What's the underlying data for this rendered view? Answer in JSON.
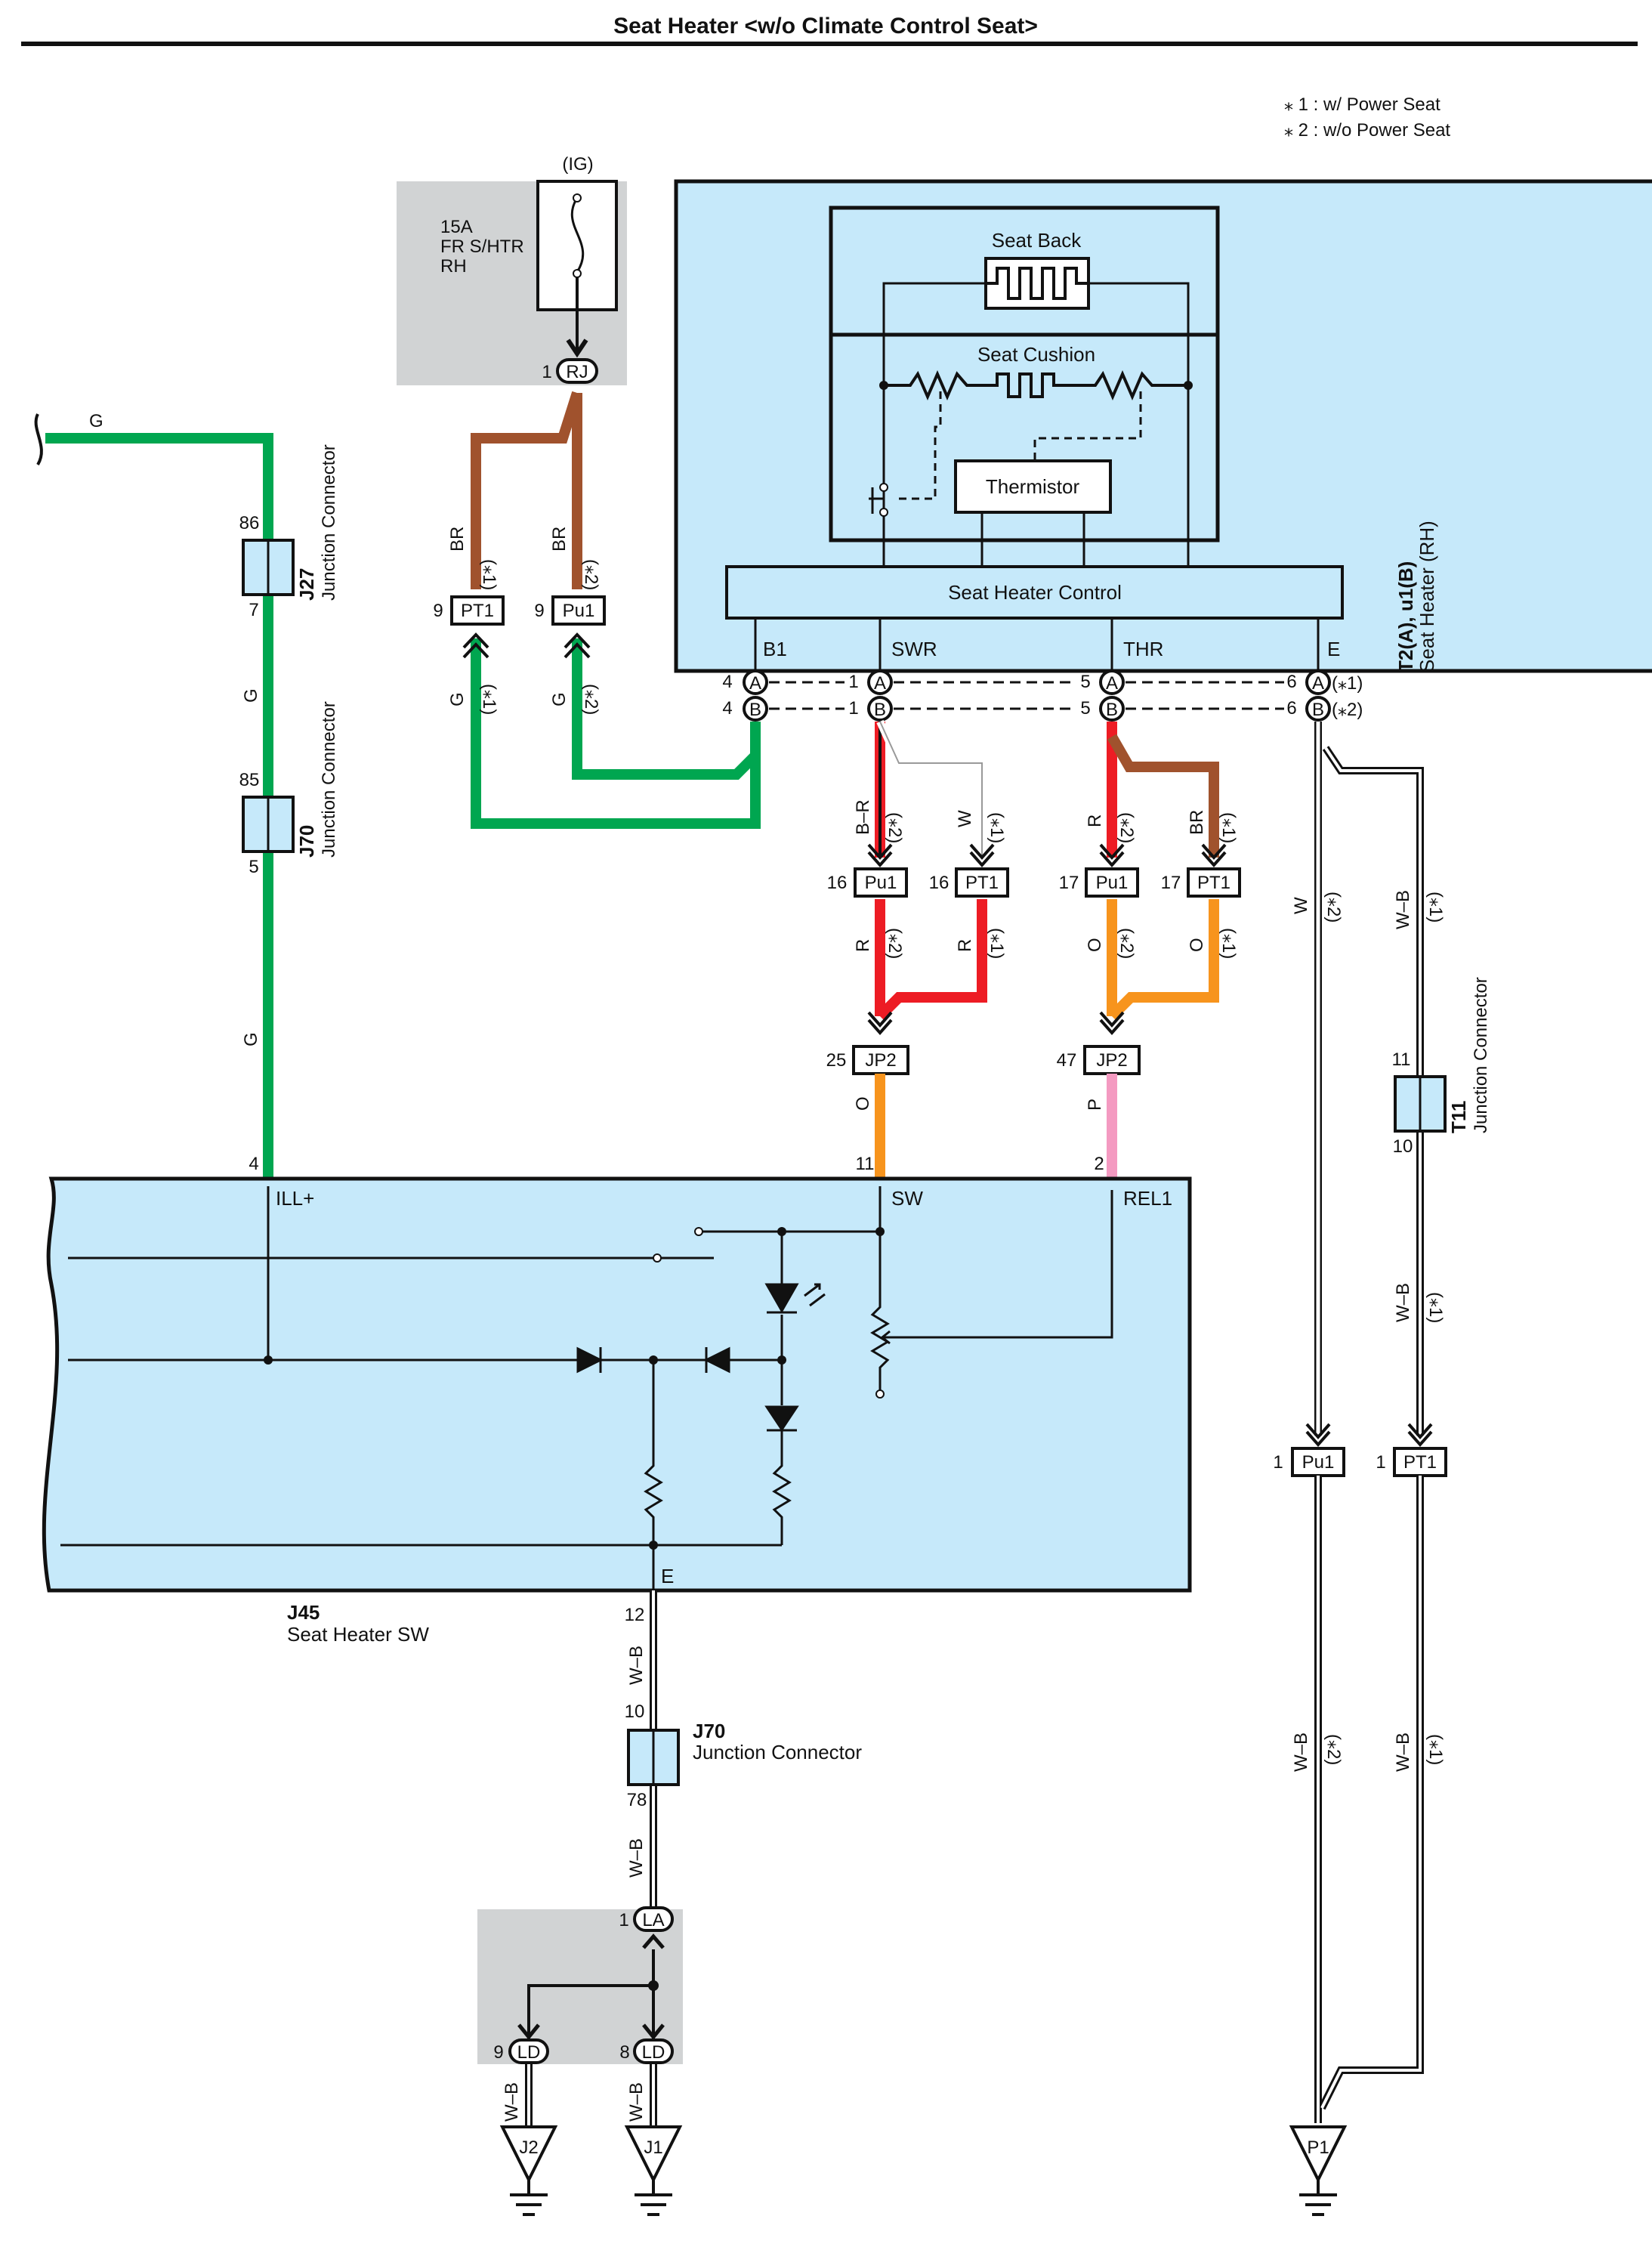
{
  "title": "Seat Heater <w/o Climate Control Seat>",
  "notes": {
    "n1": "⁎ 1 : w/ Power Seat",
    "n2": "⁎ 2 : w/o Power Seat"
  },
  "fuse": {
    "source": "(IG)",
    "rating": "15A",
    "name1": "FR S/HTR",
    "name2": "RH",
    "conn": "RJ",
    "pin": "1"
  },
  "heater": {
    "seat_back": "Seat Back",
    "seat_cushion": "Seat Cushion",
    "thermistor": "Thermistor",
    "control": "Seat Heater Control",
    "pins": {
      "b1": "B1",
      "swr": "SWR",
      "thr": "THR",
      "e": "E"
    },
    "id": "T2(A), u1(B)",
    "name": "Seat Heater (RH)",
    "var1": "(⁎1)",
    "var2": "(⁎2)",
    "pinnum": {
      "b1": "4",
      "swr": "1",
      "thr": "5",
      "e": "6"
    },
    "conn_a": "A",
    "conn_b": "B"
  },
  "connectors": {
    "j27": {
      "id": "J27",
      "name": "Junction Connector",
      "pin_top": "86",
      "pin_bottom": "7"
    },
    "j70a": {
      "id": "J70",
      "name": "Junction Connector",
      "pin_top": "85",
      "pin_bottom": "5"
    },
    "j70b": {
      "id": "J70",
      "name": "Junction Connector",
      "pin_top": "10",
      "pin_bottom": "78"
    },
    "t11": {
      "id": "T11",
      "name": "Junction Connector",
      "pin_top": "11",
      "pin_bottom": "10"
    }
  },
  "inline": {
    "pt1": "PT1",
    "pu1": "Pu1",
    "jp2": "JP2",
    "la": "LA",
    "ld": "LD"
  },
  "inline_pins": {
    "br_pin": "9",
    "sw_pin": "16",
    "th_pin": "17",
    "jp2_sw": "25",
    "jp2_th": "47",
    "gnd_pin": "1",
    "la_pin": "1",
    "ld_left": "9",
    "ld_right": "8"
  },
  "wires": {
    "g": "G",
    "br": "BR",
    "br_red": "B–R",
    "w": "W",
    "r": "R",
    "o": "O",
    "p": "P",
    "wb": "W–B"
  },
  "switch": {
    "id": "J45",
    "name": "Seat Heater SW",
    "ill": "ILL+",
    "sw": "SW",
    "rel1": "REL1",
    "e": "E",
    "pin_ill": "4",
    "pin_sw": "11",
    "pin_rel": "2",
    "pin_e": "12"
  },
  "grounds": {
    "j2": "J2",
    "j1": "J1",
    "p1": "P1"
  },
  "colors": {
    "g": "#00a650",
    "br": "#a0522d",
    "r": "#ed1c24",
    "o": "#f7941d",
    "p": "#f49ac1",
    "panel": "#c6e9fa",
    "gray": "#d1d3d4",
    "black": "#111111"
  }
}
